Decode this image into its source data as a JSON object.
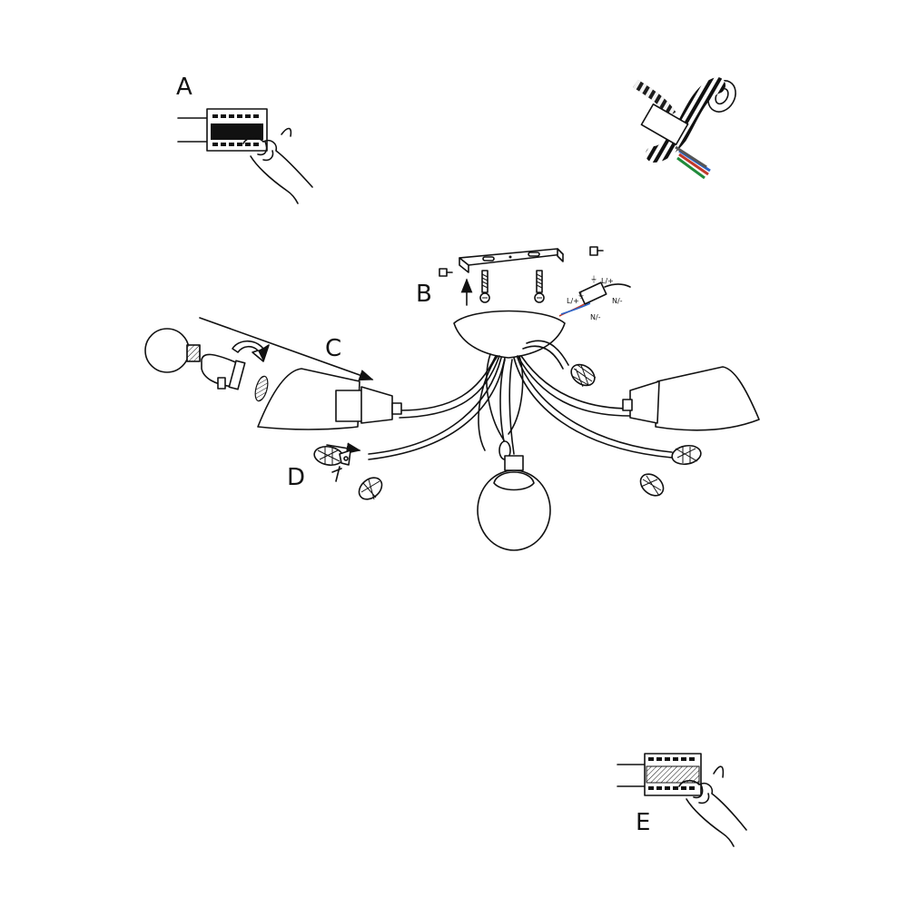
{
  "labels": {
    "A": "A",
    "B": "B",
    "C": "C",
    "D": "D",
    "E": "E"
  },
  "terminal": {
    "L": "L/+",
    "N": "N/-",
    "earth_symbol": "⏚"
  }
}
